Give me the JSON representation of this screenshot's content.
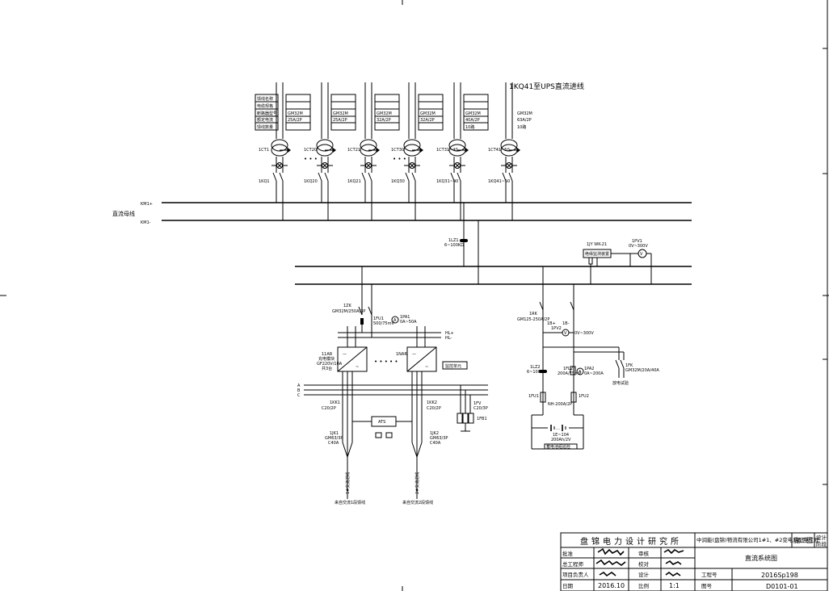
{
  "diagram": {
    "top_note": "1KQ41至UPS直流进线",
    "bus_label": "直流母线",
    "bus_pos": "KM1+",
    "bus_neg": "KM1-",
    "feeder_header": [
      "馈线名称",
      "电缆规格",
      "断路器型号",
      "额定电流",
      "馈线数量"
    ],
    "feeders": [
      {
        "ct": "1CT1",
        "qk": "1KQ1",
        "model": "GM32M",
        "rating": "25A/2P"
      },
      {
        "ct": "1CT20",
        "qk": "1KQ20",
        "model": "GM32M",
        "rating": "25A/2P"
      },
      {
        "ct": "1CT21",
        "qk": "1KQ21",
        "model": "GM32M",
        "rating": "32A/2P"
      },
      {
        "ct": "1CT30",
        "qk": "1KQ30",
        "model": "GM32M",
        "rating": "32A/2P"
      },
      {
        "ct": "1CT31~40",
        "qk": "1KQ31~40",
        "model": "GM32M",
        "rating": "40A/2P",
        "count": "10路"
      },
      {
        "ct": "1CT41~50",
        "qk": "1KQ41~50",
        "model": "GM32M",
        "rating": "63A/2P",
        "count": "10路"
      }
    ],
    "dots": "• • •",
    "fuse_label": "1LZ1",
    "fuse_value": "6~100KΩ",
    "monitor_box": "绝缘监测装置",
    "monitor_tag": "1JY  WK-21",
    "meter_tag_1": "1PV1",
    "meter_value_1": "0V~300V",
    "charger_breaker": "1ZK",
    "charger_breaker_model": "GM32M/250A/3P",
    "charger_tag": "1FU1",
    "charger_tag_val": "500/75mV",
    "ammeter_tag": "1PA1",
    "ammeter_val": "0A~50A",
    "hl_pos": "HL+",
    "hl_neg": "HL-",
    "module_1": "11AR",
    "module_1_desc": "充电模块",
    "module_1_model": "GF220V/10A",
    "module_1_count": "共3台",
    "module_n": "1NAR",
    "module_dots": "• • • • •",
    "monitor_unit": "监控单元",
    "phases": [
      "A",
      "B",
      "C"
    ],
    "ac_breaker_1": "1KK1",
    "ac_breaker_2": "1KK2",
    "ac_switch_spec": "C20/2P",
    "ac_lower_1": "1JK1",
    "ac_lower_2": "1JK2",
    "ac_lower_spec": "GM63/3P",
    "ac_lower_rating": "C40A",
    "ats_label": "ATS",
    "spd_tag": "1FV",
    "spd_spec": "C20/3P",
    "spd_box": "1FB1",
    "incoming_1": "1#交流进线",
    "incoming_2": "2#交流进线",
    "incoming_1_label": "来自交流1段馈线",
    "incoming_2_label": "来自交流2段馈线",
    "battery_breaker": "1RK",
    "battery_breaker_model": "GM125-250A/2P",
    "b_pos": "1B+",
    "b_neg": "1B-",
    "battery_meter": "1PV2",
    "battery_meter_val": "0V~300V",
    "battery_fuse": "1LZ2",
    "battery_fuse_val": "6~100KΩ",
    "shunt": "1FL2",
    "shunt_val": "200A/75mV",
    "battery_ammeter": "1PA2",
    "battery_ammeter_val": "0A~200A",
    "test_switch": "1FK",
    "test_switch_spec": "GM32M/20A/40A",
    "test_label": "放电试验",
    "fuse_pair_1": "1FU1",
    "fuse_pair_2": "1FU2",
    "fuse_pair_spec": "NH-200A/2P",
    "battery_group": "1E~104",
    "battery_spec": "200Ah/2V",
    "battery_box": "蓄电池组巡检"
  },
  "title_block": {
    "institute": "盘锦电力设计研究所",
    "project": "中润能(盘锦)物流有限公司1#1、#2变电站配电工程",
    "stage": "施工图",
    "stage_note_1": "设计",
    "stage_note_2": "阶段",
    "drawing_name": "直流系统图",
    "rows": [
      {
        "role": "批准",
        "role2": "审核"
      },
      {
        "role": "总工程师",
        "role2": "校对"
      },
      {
        "role": "项目负责人",
        "role2": "设计"
      },
      {
        "role": "日期",
        "role2": "比例"
      }
    ],
    "date": "2016.10",
    "scale": "1:1",
    "project_no_label": "工程号",
    "project_no": "2016Sp198",
    "drawing_no_label": "图号",
    "drawing_no": "D0101-01"
  }
}
